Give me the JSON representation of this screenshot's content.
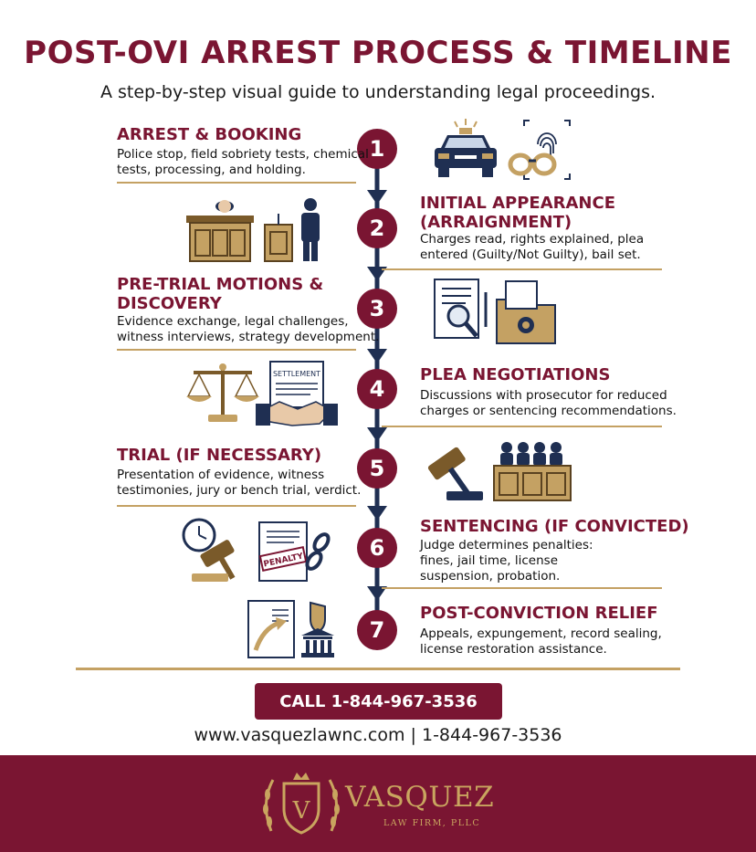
{
  "title": "POST-OVI ARREST PROCESS & TIMELINE",
  "subtitle": "A step-by-step visual guide to understanding legal proceedings.",
  "steps": [
    {
      "number": "1",
      "heading_lines": [
        "ARREST & BOOKING"
      ],
      "desc_lines": [
        "Police stop, field sobriety tests, chemical",
        "tests, processing, and holding."
      ]
    },
    {
      "number": "2",
      "heading_lines": [
        "INITIAL APPEARANCE",
        "(ARRAIGNMENT)"
      ],
      "desc_lines": [
        "Charges read, rights explained, plea",
        "entered (Guilty/Not Guilty), bail set."
      ]
    },
    {
      "number": "3",
      "heading_lines": [
        "PRE-TRIAL MOTIONS &",
        "DISCOVERY"
      ],
      "desc_lines": [
        "Evidence exchange, legal challenges,",
        "witness interviews, strategy development."
      ]
    },
    {
      "number": "4",
      "heading_lines": [
        "PLEA NEGOTIATIONS"
      ],
      "desc_lines": [
        "Discussions with prosecutor for reduced",
        "charges or sentencing recommendations."
      ]
    },
    {
      "number": "5",
      "heading_lines": [
        "TRIAL (IF NECESSARY)"
      ],
      "desc_lines": [
        "Presentation of evidence, witness",
        "testimonies, jury or bench trial, verdict."
      ]
    },
    {
      "number": "6",
      "heading_lines": [
        "SENTENCING (IF CONVICTED)"
      ],
      "desc_lines": [
        "Judge determines penalties:",
        "fines, jail time, license",
        "suspension, probation."
      ]
    },
    {
      "number": "7",
      "heading_lines": [
        "POST-CONVICTION RELIEF"
      ],
      "desc_lines": [
        "Appeals, expungement, record sealing,",
        "license restoration assistance."
      ]
    }
  ],
  "icon_labels": {
    "settlement": "SETTLEMENT",
    "penalty": "PENALTY"
  },
  "cta_label": "CALL 1-844-967-3536",
  "contact_line": "www.vasquezlawnc.com | 1-844-967-3536",
  "brand": {
    "name": "VASQUEZ",
    "sub": "LAW FIRM, PLLC"
  },
  "colors": {
    "primary": "#7a1532",
    "navy": "#1f2f52",
    "gold": "#c4a163"
  }
}
